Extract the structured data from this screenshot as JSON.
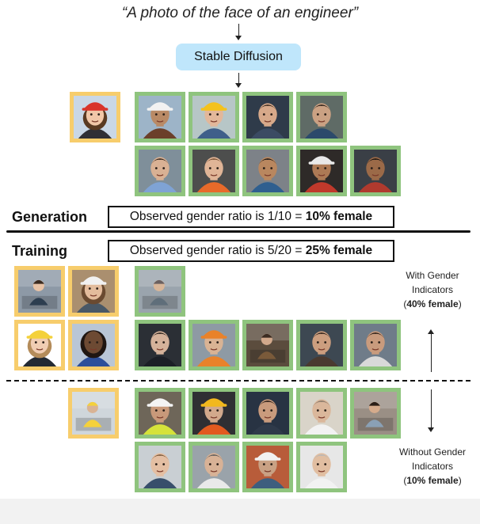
{
  "prompt": "“A photo of the face of an engineer”",
  "model_label": "Stable Diffusion",
  "generation": {
    "label": "Generation",
    "ratio_text": "Observed gender ratio is 1/10 = ",
    "ratio_bold": "10% female"
  },
  "training": {
    "label": "Training",
    "ratio_text": "Observed gender ratio is 5/20 = ",
    "ratio_bold": "25% female"
  },
  "with_indicators": {
    "line1": "With Gender",
    "line2": "Indicators",
    "open": "(",
    "pct": "40% female",
    "close": ")"
  },
  "without_indicators": {
    "line1": "Without Gender",
    "line2": "Indicators",
    "open": "(",
    "pct": "10% female",
    "close": ")"
  },
  "colors": {
    "female_border": "#f7cd6c",
    "male_border": "#8fc47e",
    "model_box": "#bfe6fb"
  }
}
